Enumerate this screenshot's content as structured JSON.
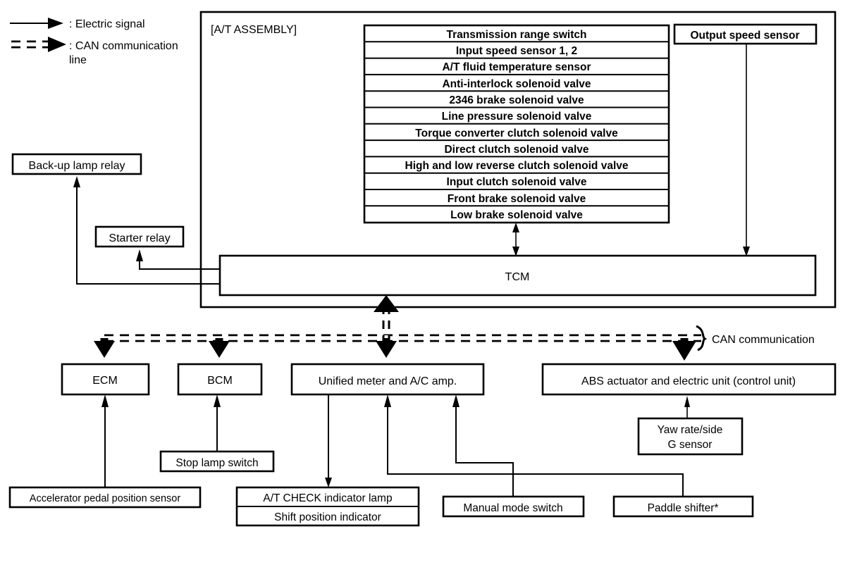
{
  "legend": {
    "electric_signal": ": Electric signal",
    "can_line_1": ": CAN communication",
    "can_line_2": "line"
  },
  "assembly": {
    "title": "[A/T ASSEMBLY]",
    "tcm_label": "TCM",
    "components": [
      "Transmission range switch",
      "Input speed sensor 1, 2",
      "A/T fluid temperature sensor",
      "Anti-interlock solenoid valve",
      "2346 brake solenoid valve",
      "Line pressure solenoid valve",
      "Torque converter clutch solenoid valve",
      "Direct clutch solenoid valve",
      "High and low reverse clutch solenoid valve",
      "Input clutch solenoid valve",
      "Front brake solenoid valve",
      "Low brake solenoid valve"
    ]
  },
  "nodes": {
    "output_speed_sensor": "Output speed sensor",
    "backup_lamp_relay": "Back-up lamp relay",
    "starter_relay": "Starter relay",
    "ecm": "ECM",
    "bcm": "BCM",
    "unified_meter": "Unified meter and A/C amp.",
    "abs_unit": "ABS actuator and electric unit (control unit)",
    "yaw_sensor_line1": "Yaw rate/side",
    "yaw_sensor_line2": "G sensor",
    "stop_lamp_switch": "Stop lamp switch",
    "accelerator_pedal": "Accelerator pedal position sensor",
    "at_check_lamp": "A/T CHECK indicator lamp",
    "shift_position_indicator": "Shift position indicator",
    "manual_mode_switch": "Manual mode switch",
    "paddle_shifter": "Paddle shifter*"
  },
  "labels": {
    "can_communication": "CAN communication"
  },
  "colors": {
    "line": "#000000",
    "background": "#ffffff"
  }
}
